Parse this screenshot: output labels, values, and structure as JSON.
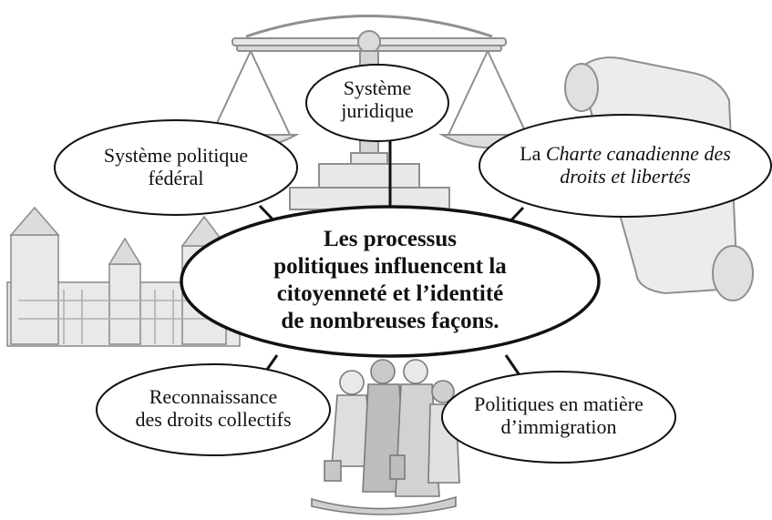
{
  "center": {
    "lines": [
      "Les processus",
      "politiques influencent la",
      "citoyenneté et l’identité",
      "de nombreuses façons."
    ]
  },
  "nodes": {
    "juridique": {
      "lines": [
        "Système",
        "juridique"
      ]
    },
    "federal": {
      "lines": [
        "Système politique",
        "fédéral"
      ]
    },
    "charte": {
      "prefix": "La ",
      "italic1": "Charte canadienne des",
      "italic2": "droits et libertés"
    },
    "collectifs": {
      "lines": [
        "Reconnaissance",
        "des droits collectifs"
      ]
    },
    "immigration": {
      "lines": [
        "Politiques en matière",
        "d’immigration"
      ]
    }
  },
  "illustrations": {
    "scale": "scales-of-justice-icon",
    "scroll": "parchment-scroll-icon",
    "parliament": "parliament-building-icon",
    "people": "diverse-people-group-icon"
  },
  "colors": {
    "ink": "#111111",
    "illustration_stroke": "#9a9a9a",
    "illustration_fill": "#e6e6e6"
  }
}
